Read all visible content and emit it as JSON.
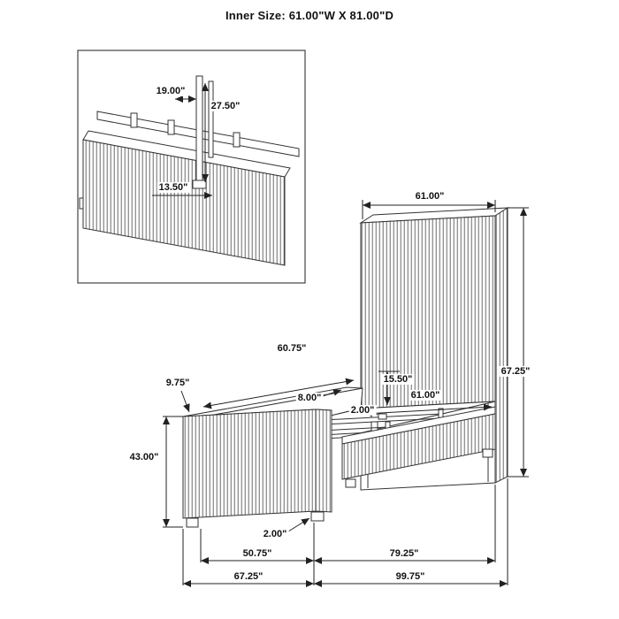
{
  "title": "Inner Size: 61.00\"W X 81.00\"D",
  "inset": {
    "bracket_width": "19.00\"",
    "bracket_height": "27.50\"",
    "bracket_offset": "13.50\""
  },
  "main": {
    "headboard_width": "61.00\"",
    "headboard_height": "67.25\"",
    "rail_top_length": "60.75\"",
    "rail_top_width": "9.75\"",
    "headboard_to_slat": "15.50\"",
    "inner_width": "61.00\"",
    "rail_height": "8.00\"",
    "cleat_size": "2.00\"",
    "footboard_height": "43.00\"",
    "leg_height": "2.00\"",
    "footboard_inner_width": "50.75\"",
    "rail_inner_length": "79.25\"",
    "footboard_outer_width": "67.25\"",
    "overall_length": "99.75\""
  },
  "colors": {
    "line": "#333333",
    "dimension": "#222222",
    "rib": "#5a5a5a",
    "background": "#ffffff"
  }
}
